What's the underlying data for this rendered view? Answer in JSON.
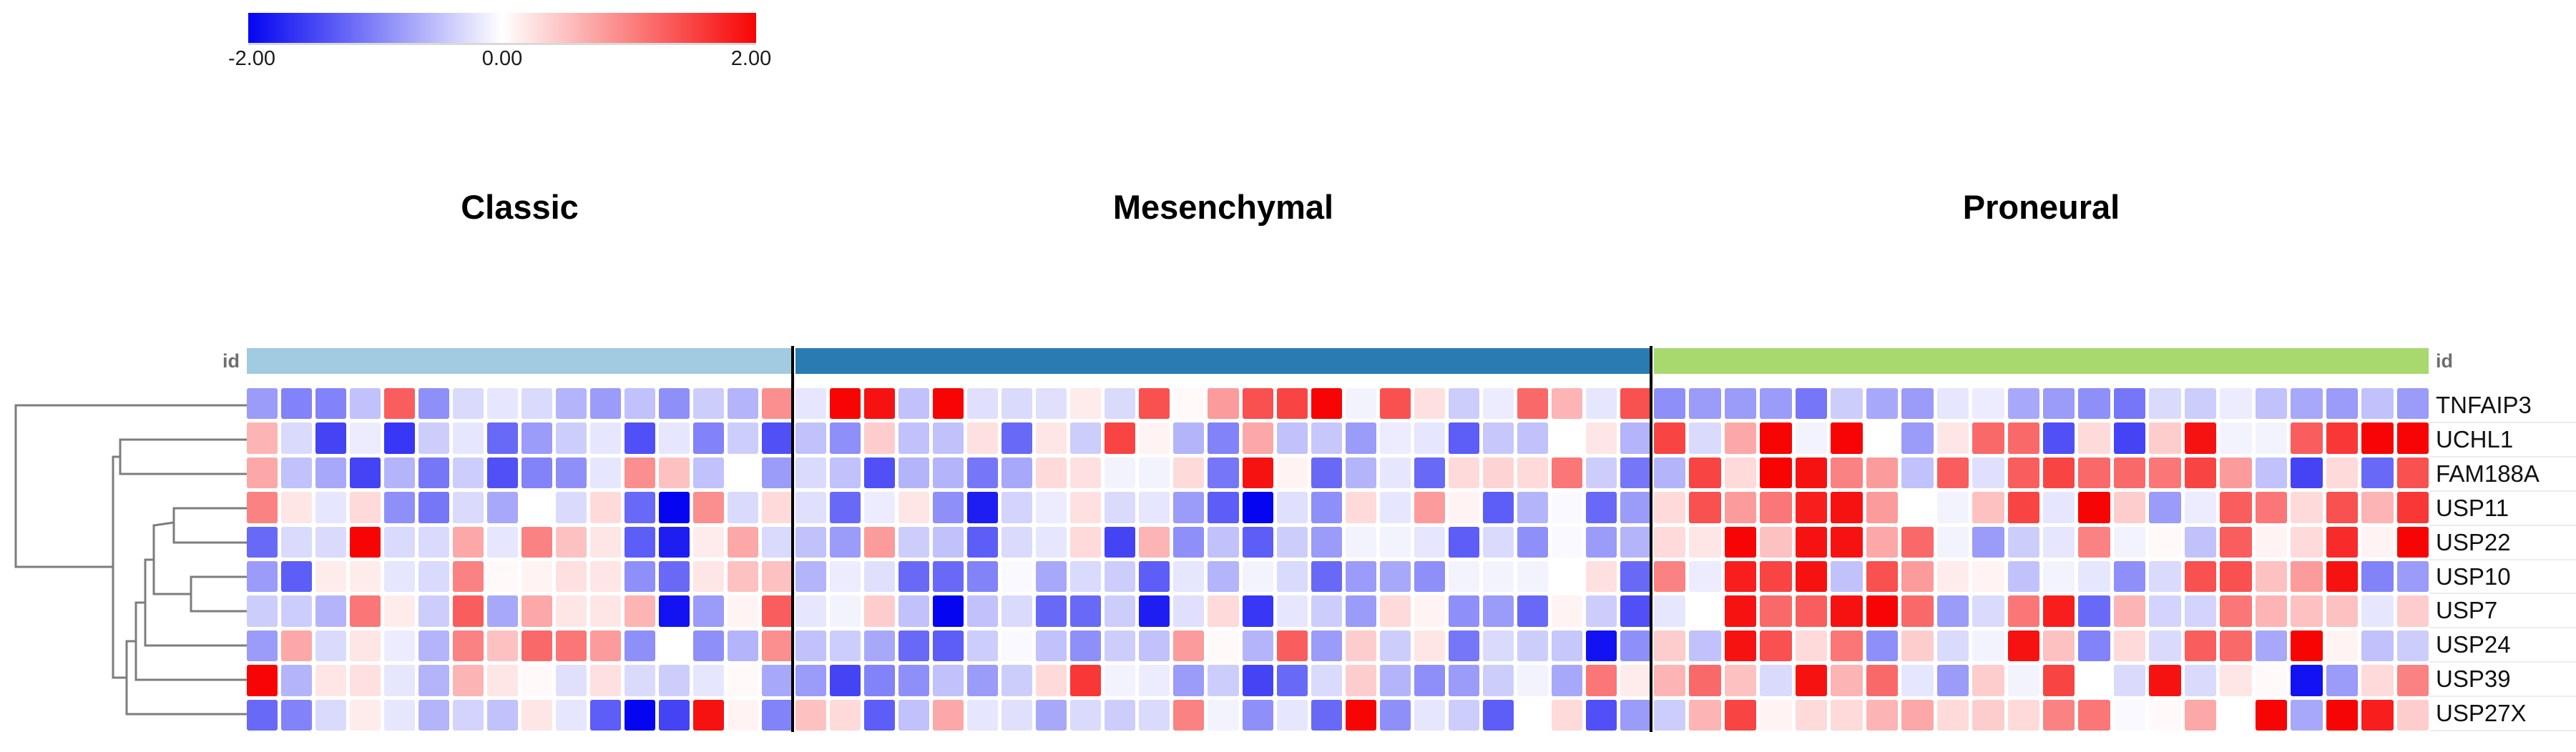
{
  "color_scale": {
    "min": "-2.00",
    "mid": "0.00",
    "max": "2.00",
    "left_color": "#0505f2",
    "mid_color": "#ffffff",
    "right_color": "#f70505"
  },
  "id_track": {
    "label_left": "id",
    "label_right": "id"
  },
  "groups": [
    {
      "label": "Classic",
      "id_color": "#a0cbe0",
      "columns": 16
    },
    {
      "label": "Mesenchymal",
      "id_color": "#2b7bb3",
      "columns": 25
    },
    {
      "label": "Proneural",
      "id_color": "#a8d96e",
      "columns": 22
    }
  ],
  "genes": [
    "TNFAIP3",
    "UCHL1",
    "FAM188A",
    "USP11",
    "USP22",
    "USP10",
    "USP7",
    "USP24",
    "USP39",
    "USP27X"
  ],
  "chart_data": {
    "type": "heatmap",
    "title": "",
    "value_range": [
      -2,
      2
    ],
    "legend_ticks": [
      "-2.00",
      "0.00",
      "2.00"
    ],
    "col_groups": [
      "Classic",
      "Mesenchymal",
      "Proneural"
    ],
    "rows": [
      {
        "gene": "TNFAIP3",
        "Classic": [
          -0.8,
          -1.0,
          -1.0,
          -0.5,
          1.3,
          -0.9,
          -0.3,
          -0.2,
          -0.3,
          -0.6,
          -0.8,
          -0.5,
          -0.9,
          -0.4,
          -0.6,
          0.9
        ],
        "Mesenchymal": [
          -0.2,
          2.0,
          1.9,
          -0.5,
          2.0,
          -0.25,
          -0.3,
          -0.25,
          0.15,
          -0.3,
          1.4,
          0.05,
          0.8,
          1.4,
          1.5,
          2.0,
          -0.1,
          1.4,
          0.25,
          -0.4,
          -0.15,
          1.2,
          0.6,
          -0.2,
          1.4
        ],
        "Proneural": [
          -0.9,
          -0.8,
          -0.8,
          -0.8,
          -1.1,
          -0.4,
          -0.7,
          -0.8,
          -0.2,
          -0.15,
          -0.7,
          -0.8,
          -0.9,
          -1.1,
          -0.3,
          -0.4,
          -0.15,
          -0.5,
          -0.7,
          -0.8,
          -0.5,
          -0.8
        ]
      },
      {
        "gene": "UCHL1",
        "Classic": [
          0.6,
          -0.3,
          -1.5,
          -0.15,
          -1.6,
          -0.4,
          -0.2,
          -1.2,
          -0.8,
          -0.4,
          -0.2,
          -1.4,
          -0.2,
          -1.0,
          -0.4,
          -1.4
        ],
        "Mesenchymal": [
          -0.5,
          -0.9,
          0.4,
          -0.5,
          -0.5,
          0.25,
          -1.2,
          0.2,
          -0.4,
          1.5,
          0.1,
          -0.6,
          -1.0,
          0.7,
          -0.5,
          -0.45,
          -0.8,
          -0.15,
          -0.2,
          -1.3,
          -0.45,
          -0.5,
          0.0,
          0.2,
          -0.6
        ],
        "Proneural": [
          1.5,
          -0.3,
          0.7,
          2.0,
          -0.1,
          2.0,
          0.0,
          -0.8,
          0.2,
          1.2,
          1.2,
          -1.4,
          0.3,
          -1.5,
          0.4,
          1.9,
          -0.1,
          -0.1,
          1.3,
          1.6,
          2.0,
          2.0
        ]
      },
      {
        "gene": "FAM188A",
        "Classic": [
          0.7,
          -0.5,
          -0.7,
          -1.5,
          -0.6,
          -1.1,
          -0.4,
          -1.4,
          -1.0,
          -0.9,
          -0.2,
          0.9,
          0.5,
          -0.5,
          0.0,
          -0.8
        ],
        "Mesenchymal": [
          -0.3,
          -0.5,
          -1.4,
          -0.6,
          -0.6,
          -1.1,
          -0.7,
          0.3,
          0.25,
          -0.1,
          -0.1,
          0.3,
          -1.1,
          1.9,
          0.1,
          -1.2,
          -0.6,
          -0.2,
          -1.2,
          0.3,
          0.35,
          0.3,
          1.1,
          -0.4,
          -1.1
        ],
        "Proneural": [
          -0.6,
          1.5,
          0.3,
          2.0,
          1.9,
          1.0,
          0.8,
          -0.5,
          1.3,
          -0.25,
          1.3,
          1.5,
          1.2,
          1.2,
          1.1,
          1.5,
          0.8,
          -0.5,
          -1.5,
          0.3,
          -1.2,
          1.4
        ]
      },
      {
        "gene": "USP11",
        "Classic": [
          1.0,
          0.2,
          -0.2,
          0.3,
          -0.9,
          -1.1,
          -0.3,
          -0.7,
          0.0,
          -0.3,
          0.3,
          -1.2,
          -2.0,
          0.9,
          -0.3,
          0.3
        ],
        "Mesenchymal": [
          -0.25,
          -1.2,
          -0.15,
          0.2,
          -0.9,
          -1.8,
          -0.35,
          -0.15,
          0.25,
          -0.3,
          -0.2,
          -0.8,
          -1.3,
          -2.0,
          -0.25,
          -0.9,
          0.3,
          -0.2,
          0.8,
          0.1,
          -1.3,
          -0.6,
          -0.05,
          -1.2,
          -0.8
        ],
        "Proneural": [
          0.3,
          1.4,
          0.8,
          1.1,
          1.8,
          1.9,
          0.8,
          0.0,
          -0.1,
          0.5,
          1.5,
          -0.2,
          2.0,
          0.4,
          -0.8,
          -0.15,
          1.3,
          1.1,
          0.3,
          1.4,
          0.6,
          1.6
        ]
      },
      {
        "gene": "USP22",
        "Classic": [
          -1.2,
          -0.3,
          -0.3,
          2.0,
          -0.3,
          -0.3,
          0.7,
          -0.2,
          1.0,
          0.5,
          0.2,
          -1.3,
          -1.8,
          0.15,
          0.7,
          -0.3
        ],
        "Mesenchymal": [
          -0.5,
          -0.8,
          0.8,
          -0.4,
          -0.5,
          -1.3,
          -0.3,
          -0.2,
          0.3,
          -1.5,
          0.6,
          -0.9,
          -0.5,
          -1.3,
          -0.4,
          -0.8,
          -0.1,
          -0.1,
          -0.2,
          -1.3,
          -0.3,
          -0.9,
          -0.05,
          -0.8,
          -0.6
        ],
        "Proneural": [
          0.3,
          0.2,
          2.0,
          0.5,
          1.9,
          1.9,
          0.7,
          1.2,
          -0.1,
          -0.8,
          -0.4,
          -0.2,
          1.0,
          -0.1,
          0.05,
          -0.5,
          1.3,
          0.1,
          0.3,
          1.7,
          0.1,
          2.0
        ]
      },
      {
        "gene": "USP10",
        "Classic": [
          -0.8,
          -1.3,
          0.15,
          0.15,
          -0.2,
          -0.3,
          1.0,
          0.05,
          0.1,
          0.25,
          0.2,
          -0.9,
          -1.2,
          0.2,
          0.5,
          0.5
        ],
        "Mesenchymal": [
          -0.6,
          -0.15,
          -0.25,
          -1.2,
          -1.2,
          -1.0,
          -0.05,
          -0.7,
          -0.3,
          -0.4,
          -1.3,
          -0.2,
          -0.6,
          -0.1,
          -0.3,
          -1.2,
          -0.8,
          -0.7,
          -0.9,
          -0.1,
          -0.1,
          -0.1,
          0.0,
          0.25,
          -1.2
        ],
        "Proneural": [
          1.0,
          -0.15,
          1.8,
          1.5,
          1.9,
          -0.5,
          1.4,
          0.8,
          0.15,
          0.1,
          -0.5,
          -0.1,
          -0.2,
          -0.9,
          -0.3,
          1.4,
          1.4,
          0.5,
          0.8,
          1.9,
          -1.0,
          -0.8
        ]
      },
      {
        "gene": "USP7",
        "Classic": [
          -0.4,
          -0.4,
          -0.6,
          1.1,
          0.15,
          -0.4,
          1.3,
          -0.7,
          0.7,
          0.2,
          0.2,
          0.6,
          -1.9,
          -0.8,
          0.1,
          1.3
        ],
        "Mesenchymal": [
          -0.2,
          -0.1,
          0.4,
          -0.5,
          -2.0,
          -0.5,
          -0.3,
          -1.2,
          -1.2,
          -0.4,
          -1.8,
          -0.25,
          0.3,
          -1.6,
          -0.2,
          -0.4,
          -0.8,
          0.3,
          0.1,
          -0.9,
          -0.8,
          -1.2,
          0.1,
          -0.4,
          -1.4
        ],
        "Proneural": [
          -0.2,
          0.0,
          1.9,
          1.2,
          1.3,
          1.9,
          2.0,
          1.2,
          -0.8,
          -0.3,
          1.1,
          1.8,
          -1.2,
          0.6,
          -0.35,
          -0.35,
          1.1,
          0.6,
          0.5,
          0.5,
          -0.2,
          0.4
        ]
      },
      {
        "gene": "USP24",
        "Classic": [
          -0.8,
          0.7,
          -0.3,
          0.2,
          -0.15,
          -0.6,
          1.0,
          0.5,
          1.2,
          1.1,
          0.8,
          -0.9,
          0.0,
          -0.9,
          -0.6,
          0.9
        ],
        "Mesenchymal": [
          -0.5,
          -0.4,
          -0.7,
          -1.2,
          -1.3,
          -0.4,
          -0.05,
          -0.5,
          -0.9,
          -0.4,
          -0.5,
          0.8,
          0.05,
          -0.6,
          1.3,
          -0.8,
          0.4,
          -0.4,
          0.2,
          -1.1,
          -0.3,
          -0.4,
          -0.45,
          -1.9,
          -0.9
        ],
        "Proneural": [
          0.4,
          -0.5,
          1.9,
          1.4,
          0.3,
          1.1,
          -0.9,
          0.4,
          -0.3,
          -0.1,
          1.9,
          0.5,
          -1.0,
          0.3,
          -0.3,
          1.3,
          1.2,
          -0.7,
          2.0,
          0.1,
          -0.5,
          -0.4
        ]
      },
      {
        "gene": "USP39",
        "Classic": [
          2.0,
          -0.6,
          0.2,
          0.25,
          -0.2,
          -0.6,
          0.6,
          0.2,
          0.05,
          -0.25,
          0.25,
          -0.3,
          -0.4,
          -0.2,
          0.05,
          -0.7
        ],
        "Mesenchymal": [
          -0.8,
          -1.5,
          -1.0,
          -0.9,
          -0.5,
          -0.8,
          -0.4,
          0.3,
          1.6,
          -0.1,
          -0.15,
          -0.8,
          -0.4,
          -1.5,
          -1.2,
          -0.3,
          0.4,
          -0.6,
          -0.9,
          -0.8,
          -0.4,
          -0.1,
          -0.7,
          1.1,
          0.15
        ],
        "Proneural": [
          0.6,
          1.2,
          0.5,
          -0.3,
          1.9,
          0.6,
          1.2,
          -0.2,
          -0.8,
          0.4,
          -0.1,
          1.5,
          0.0,
          -0.3,
          1.9,
          -0.3,
          0.2,
          0.05,
          -1.9,
          -0.8,
          0.3,
          1.0
        ]
      },
      {
        "gene": "USP27X",
        "Classic": [
          -1.2,
          -1.0,
          -0.3,
          0.15,
          -0.2,
          -0.6,
          -0.35,
          -0.5,
          0.2,
          -0.2,
          -1.3,
          -2.0,
          -1.5,
          1.9,
          0.1,
          -1.0
        ],
        "Mesenchymal": [
          0.5,
          0.3,
          -1.3,
          -0.5,
          0.7,
          -0.2,
          -0.25,
          -0.7,
          -0.3,
          -0.4,
          -0.3,
          1.0,
          -0.1,
          -0.9,
          -0.2,
          -1.2,
          2.0,
          -0.9,
          -0.2,
          -0.4,
          -1.3,
          0.0,
          0.3,
          -1.4,
          -0.8
        ],
        "Proneural": [
          -0.4,
          0.6,
          1.5,
          0.1,
          0.3,
          0.3,
          0.6,
          0.7,
          0.3,
          0.4,
          0.3,
          1.0,
          1.1,
          -0.05,
          0.05,
          0.7,
          0.0,
          2.0,
          -0.7,
          2.0,
          1.8,
          0.4
        ]
      }
    ]
  },
  "dendrogram": {
    "color": "#7d7d7d",
    "stroke_width": 3,
    "segments": [
      [
        22,
        567,
        22,
        793
      ],
      [
        22,
        567,
        345,
        567
      ],
      [
        22,
        793,
        158,
        793
      ],
      [
        158,
        639,
        158,
        948
      ],
      [
        158,
        639,
        168,
        639
      ],
      [
        158,
        948,
        177,
        948
      ],
      [
        168,
        615,
        168,
        663
      ],
      [
        168,
        615,
        345,
        615
      ],
      [
        168,
        663,
        345,
        663
      ],
      [
        177,
        897,
        177,
        999
      ],
      [
        177,
        897,
        190,
        897
      ],
      [
        177,
        999,
        345,
        999
      ],
      [
        190,
        843,
        190,
        951
      ],
      [
        190,
        843,
        203,
        843
      ],
      [
        190,
        951,
        345,
        951
      ],
      [
        203,
        783,
        203,
        903
      ],
      [
        203,
        783,
        215,
        783
      ],
      [
        203,
        903,
        345,
        903
      ],
      [
        215,
        735,
        215,
        831
      ],
      [
        215,
        735,
        243,
        731
      ],
      [
        215,
        831,
        267,
        831
      ],
      [
        243,
        711,
        243,
        759
      ],
      [
        243,
        711,
        345,
        711
      ],
      [
        243,
        759,
        345,
        759
      ],
      [
        267,
        807,
        267,
        855
      ],
      [
        267,
        807,
        345,
        807
      ],
      [
        267,
        855,
        345,
        855
      ]
    ]
  }
}
